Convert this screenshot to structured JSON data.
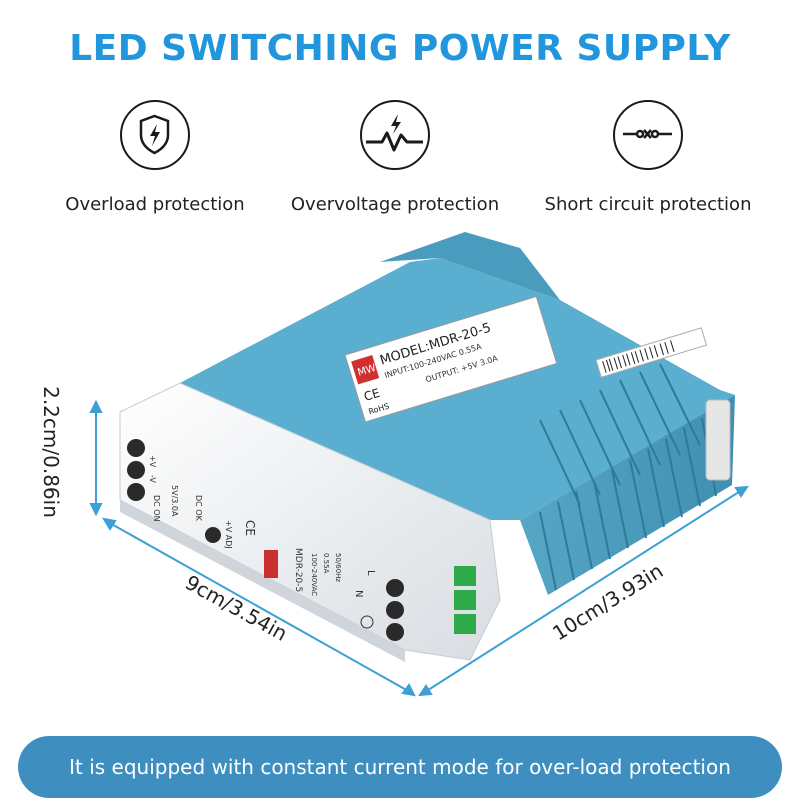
{
  "title": "LED SWITCHING POWER SUPPLY",
  "features": [
    {
      "icon": "shield-lightning-icon",
      "label": "Overload protection"
    },
    {
      "icon": "overvoltage-lightning-icon",
      "label": "Overvoltage protection"
    },
    {
      "icon": "short-circuit-icon",
      "label": "Short circuit protection"
    }
  ],
  "product": {
    "model_label": "MODEL:MDR-20-5",
    "input_label": "INPUT:100-240VAC 0.55A",
    "output_label": "OUTPUT: +5V  3.0A",
    "front_model": "MDR-20-5",
    "front_input": "100-240VAC",
    "front_current": "0.55A",
    "front_freq": "50/60Hz",
    "terminal_v_plus": "+V",
    "terminal_v_minus": "-V",
    "terminal_dc_on": "DC ON",
    "led_label": "DC OK",
    "adj_label": "+V ADJ",
    "brand": "MW",
    "ce_mark": "CE",
    "rohs_mark": "RoHS",
    "terminal_n": "N",
    "terminal_l": "L",
    "rating_small": "5V/3.0A"
  },
  "dimensions": {
    "height": "2.2cm/0.86in",
    "depth": "9cm/3.54in",
    "width": "10cm/3.93in"
  },
  "banner": "It is equipped with constant current mode for over-load protection",
  "colors": {
    "accent": "#2196dc",
    "case_blue": "#4a9cbf",
    "banner": "#3e8ec0",
    "terminal_green": "#2faa4a"
  }
}
